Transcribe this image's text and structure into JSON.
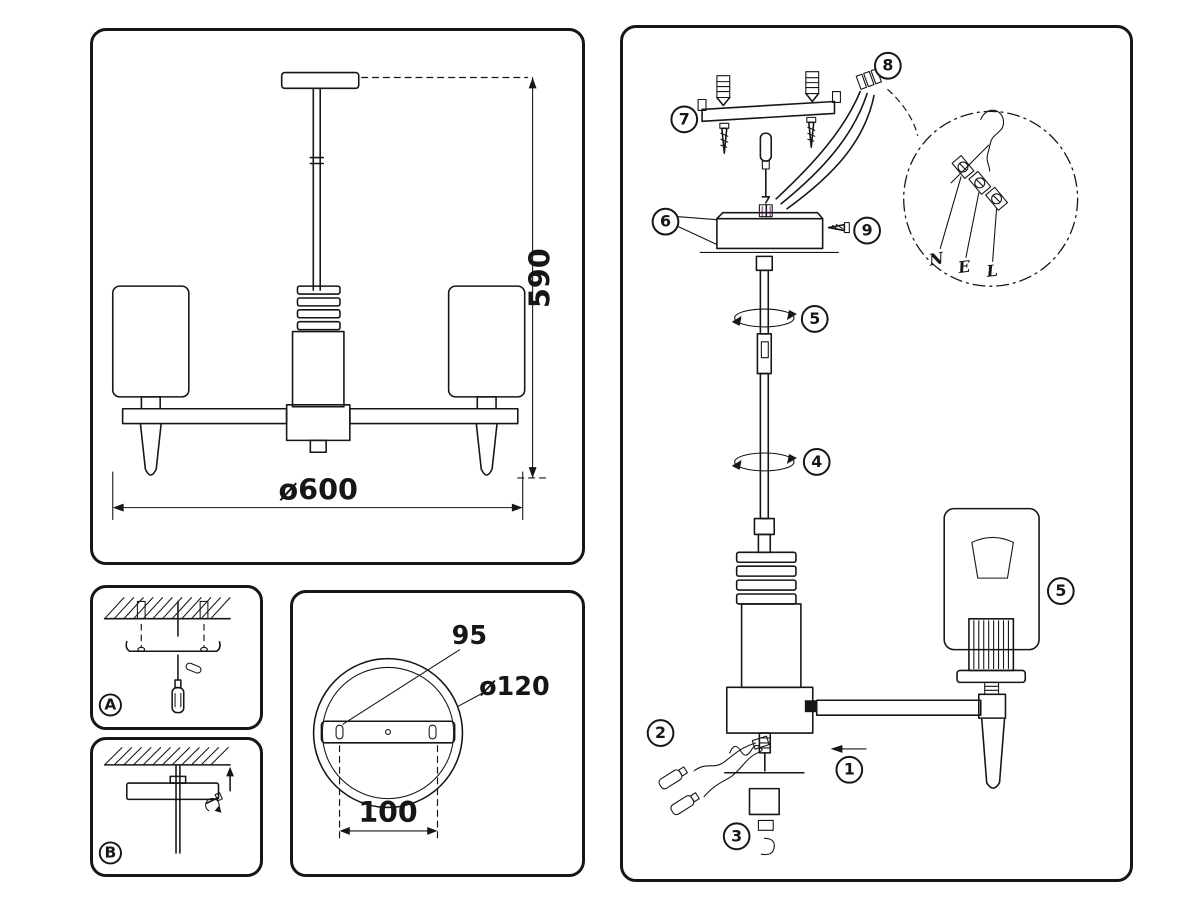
{
  "main_view": {
    "height_label": "590",
    "diameter_label": "ø600"
  },
  "steps": {
    "a": "A",
    "b": "B"
  },
  "plate": {
    "slot": "95",
    "outer": "ø120",
    "spacing": "100"
  },
  "assembly": {
    "callout_1": "1",
    "callout_2": "2",
    "callout_3": "3",
    "callout_4": "4",
    "callout_5": "5",
    "callout_5_shade": "5",
    "callout_6": "6",
    "callout_7": "7",
    "callout_8": "8",
    "callout_9": "9",
    "terminal_n": "N",
    "terminal_e": "E",
    "terminal_l": "L"
  }
}
